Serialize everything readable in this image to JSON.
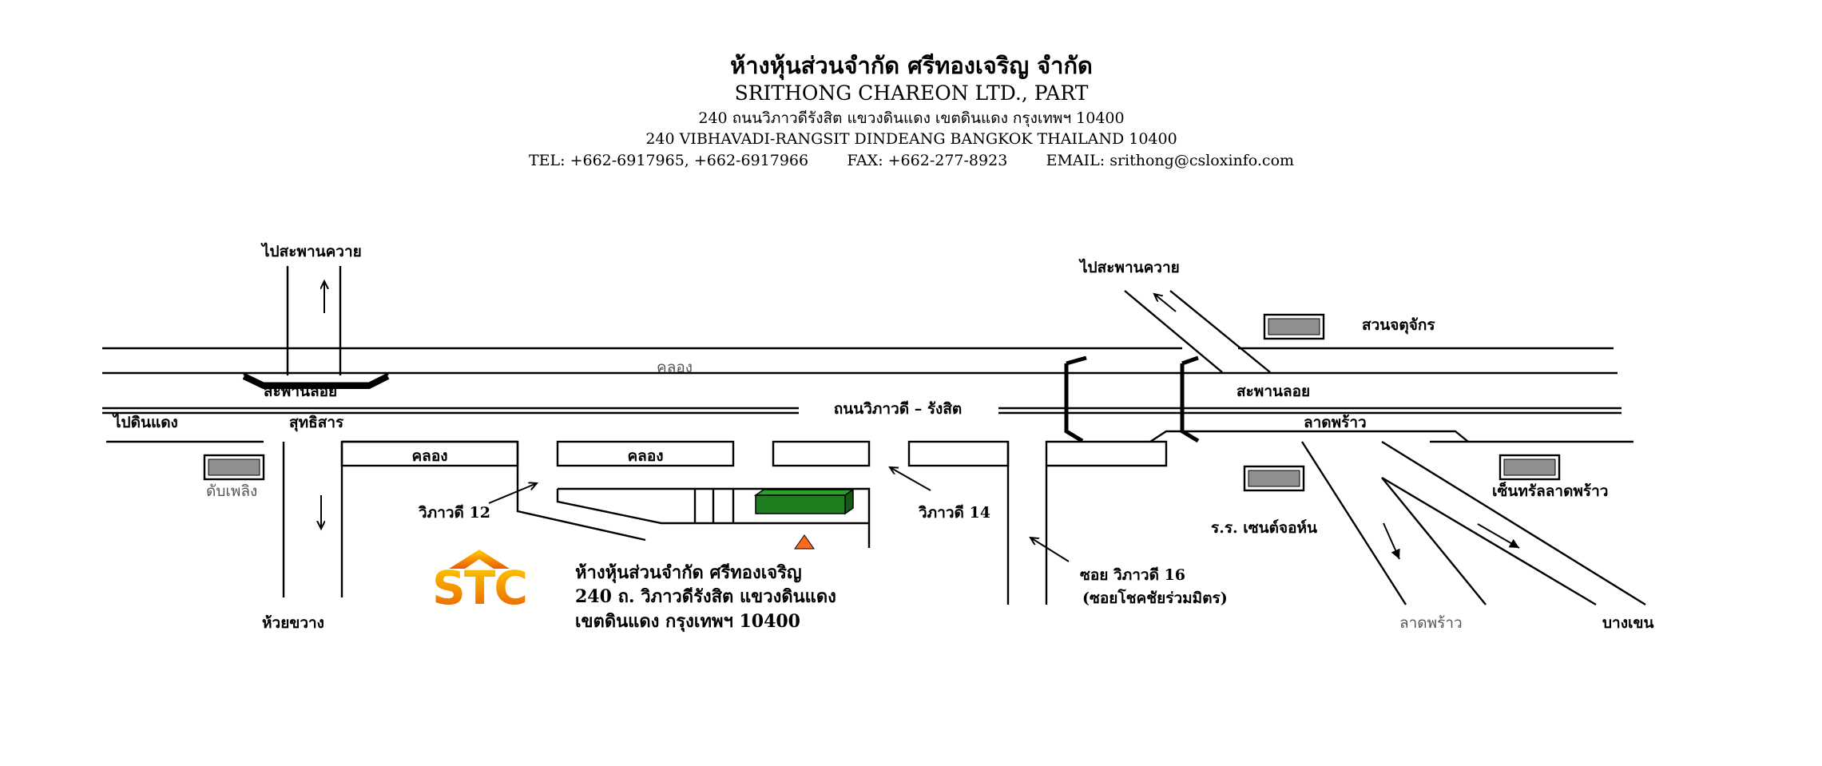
{
  "header": {
    "company_thai": "ห้างหุ้นส่วนจำกัด ศรีทองเจริญ  จำกัด",
    "company_en": "SRITHONG CHAREON LTD., PART",
    "address_thai": "240 ถนนวิภาวดีรังสิต แขวงดินแดง เขตดินแดง กรุงเทพฯ 10400",
    "address_en": "240 VIBHAVADI-RANGSIT DINDEANG BANGKOK THAILAND 10400",
    "contact": "TEL: +662-6917965, +662-6917966        FAX: +662-277-8923        EMAIL: srithong@csloxinfo.com"
  },
  "map": {
    "labels": {
      "to_saphan_khwai_left": "ไปสะพานควาย",
      "to_saphan_khwai_right": "ไปสะพานควาย",
      "suan_chatuchak": "สวนจตุจักร",
      "canal_top": "คลอง",
      "overpass_left": "สะพานลอย",
      "overpass_right": "สะพานลอย",
      "to_din_daeng": "ไปดินแดง",
      "sutthisan": "สุทธิสาร",
      "vibhavadi_road": "ถนนวิภาวดี – รังสิต",
      "lat_phrao_top": "ลาดพร้าว",
      "canal_1": "คลอง",
      "canal_2": "คลอง",
      "fire_station": "ดับเพลิง",
      "vibhavadi_12": "วิภาวดี 12",
      "vibhavadi_14": "วิภาวดี 14",
      "st_john_school": "ร.ร. เซนต์จอห์น",
      "central_lat_phrao": "เซ็นทรัลลาดพร้าว",
      "soi_vibhavadi_16": "ซอย วิภาวดี 16",
      "soi_chok_chai": "(ซอยโชคชัยร่วมมิตร)",
      "huai_khwang": "ห้วยขวาง",
      "lat_phrao_bottom": "ลาดพร้าว",
      "bang_khen": "บางเขน"
    },
    "logo_text": "STC",
    "company_box": {
      "line1": "ห้างหุ้นส่วนจำกัด ศรีทองเจริญ",
      "line2": "240 ถ. วิภาวดีรังสิต แขวงดินแดง",
      "line3": "เขตดินแดง  กรุงเทพฯ 10400"
    },
    "colors": {
      "company_building": "#1e7d1e",
      "landmark_building": "#909090",
      "location_marker": "#ff6a1a",
      "logo_top": "#ffd200",
      "logo_bottom": "#e85a00"
    },
    "icons": {
      "location_marker": "triangle-marker-icon",
      "landmark": "building-icon",
      "direction": "arrow-icon"
    }
  }
}
